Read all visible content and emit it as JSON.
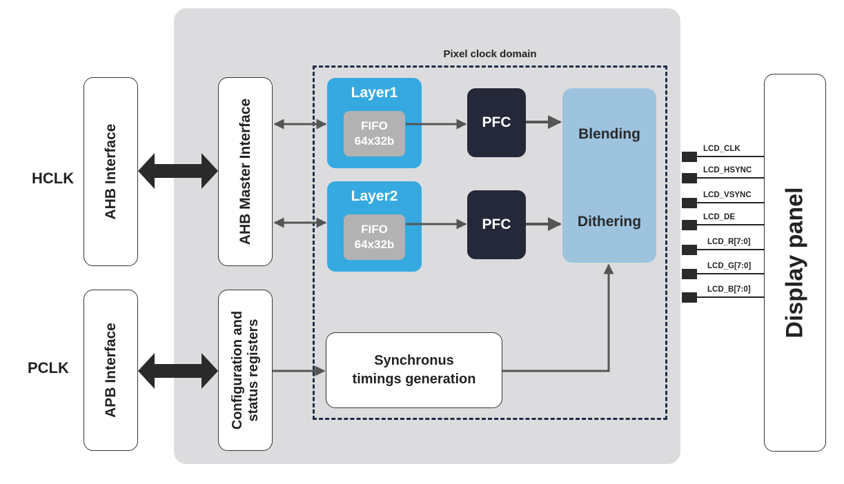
{
  "diagram": {
    "domain_label": "Pixel clock domain",
    "clocks": {
      "hclk": "HCLK",
      "pclk": "PCLK"
    },
    "interfaces": {
      "ahb": "AHB Interface",
      "apb": "APB Interface",
      "ahb_master": "AHB Master Interface",
      "config_l1": "Configuration and",
      "config_l2": "status registers"
    },
    "layers": [
      {
        "title": "Layer1",
        "fifo_l1": "FIFO",
        "fifo_l2": "64x32b",
        "pfc": "PFC"
      },
      {
        "title": "Layer2",
        "fifo_l1": "FIFO",
        "fifo_l2": "64x32b",
        "pfc": "PFC"
      }
    ],
    "blending": "Blending",
    "dithering": "Dithering",
    "sync_l1": "Synchronus",
    "sync_l2": "timings generation",
    "display_panel": "Display panel",
    "signals": [
      "LCD_CLK",
      "LCD_HSYNC",
      "LCD_VSYNC",
      "LCD_DE",
      "LCD_R[7:0]",
      "LCD_G[7:0]",
      "LCD_B[7:0]"
    ],
    "colors": {
      "layer": "#36a9e1",
      "fifo": "#b2b2b2",
      "pfc": "#252838",
      "blend": "#9dc3df",
      "container": "#dcdcde",
      "domain_border": "#1f2b44"
    }
  }
}
